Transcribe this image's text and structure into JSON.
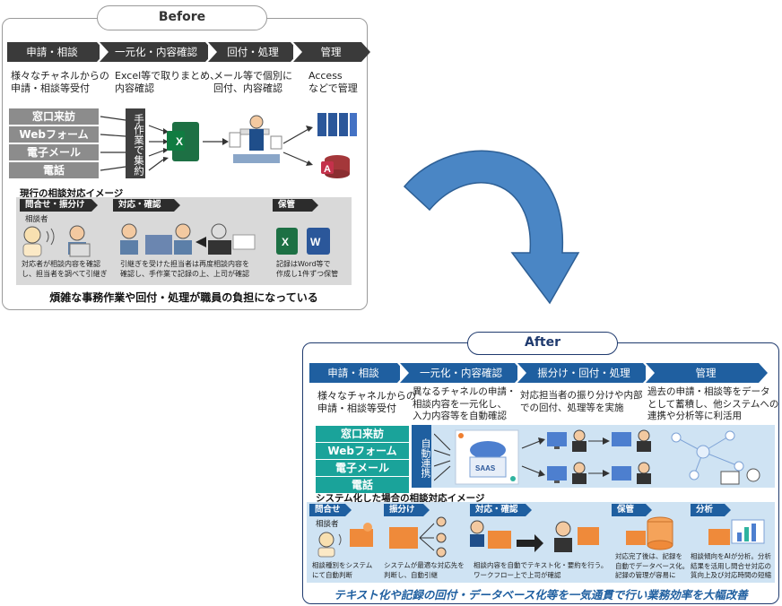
{
  "before": {
    "label": "Before",
    "steps": [
      "申請・相談",
      "一元化・内容確認",
      "回付・処理",
      "管理"
    ],
    "descs": [
      "様々なチャネルからの\n申請・相談等受付",
      "Excel等で取りまとめ、\n内容確認",
      "メール等で個別に\n回付、内容確認",
      "Access\nなどで管理"
    ],
    "channels": [
      "窓口来訪",
      "Webフォーム",
      "電子メール",
      "電話"
    ],
    "manual": "手作業で集約",
    "flow_title": "現行の相談対応イメージ",
    "substeps": [
      "問合せ・振分け",
      "対応・確認",
      "保管"
    ],
    "consultant": "相談者",
    "notes": [
      "対応者が相談内容を確認\nし、担当者を調べて引継ぎ",
      "引継ぎを受けた担当者は再度相談内容を\n確認し、手作業で記録の上、上司が確認",
      "記録はWord等で\n作成し1件ずつ保管"
    ],
    "bottom": "煩雑な事務作業や回付・処理が職員の負担になっている"
  },
  "after": {
    "label": "After",
    "steps": [
      "申請・相談",
      "一元化・内容確認",
      "振分け・回付・処理",
      "管理"
    ],
    "descs": [
      "様々なチャネルからの\n申請・相談等受付",
      "異なるチャネルの申請・\n相談内容を一元化し、\n入力内容等を自動確認",
      "対応担当者の振り分けや内部\nでの回付、処理等を実施",
      "過去の申請・相談等をデータ\nとして蓄積し、他システムへの\n連携や分析等に利活用"
    ],
    "channels": [
      "窓口来訪",
      "Webフォーム",
      "電子メール",
      "電話"
    ],
    "auto": "自動連携",
    "saas": "SAAS",
    "flow_title": "システム化した場合の相談対応イメージ",
    "substeps": [
      "問合せ",
      "振分け",
      "対応・確認",
      "保管",
      "分析"
    ],
    "consultant": "相談者",
    "notes": [
      "相談種別をシステム\nにて自動判断",
      "システムが最適な対応先を\n判断し、自動引継",
      "相談内容を自動でテキスト化・要約を行う。\nワークフロー上で上司が確認",
      "対応完了後は、記録を\n自動でデータベース化。\n記録の管理が容易に",
      "相談傾向をAIが分析。分析\n結果を活用し問合せ対応の\n質向上及び対応時間の短縮"
    ],
    "bottom": "テキスト化や記録の回付・データベース化等を一気通貫で行い業務効率を大幅改善"
  },
  "colors": {
    "dark": "#3a3a3a",
    "blue": "#1f5fa0",
    "teal": "#1aa39a",
    "arrow": "#4a86c5"
  }
}
